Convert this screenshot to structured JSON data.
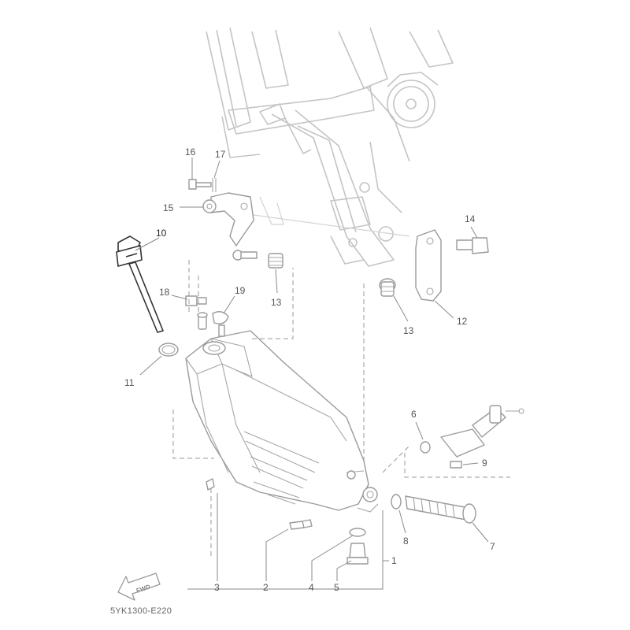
{
  "diagram": {
    "drawing_code": "5YK1300-E220",
    "fwd_label": "FWD",
    "callouts": {
      "c1": "1",
      "c2": "2",
      "c3": "3",
      "c4": "4",
      "c5": "5",
      "c6": "6",
      "c7": "7",
      "c8": "8",
      "c9": "9",
      "c10": "10",
      "c11": "11",
      "c12": "12",
      "c13a": "13",
      "c13b": "13",
      "c14": "14",
      "c15": "15",
      "c16": "16",
      "c17": "17",
      "c18": "18",
      "c19": "19"
    },
    "colors": {
      "frame": "#c4c4c4",
      "part": "#9a9a9a",
      "highlight": "#333333",
      "text": "#555555"
    }
  }
}
